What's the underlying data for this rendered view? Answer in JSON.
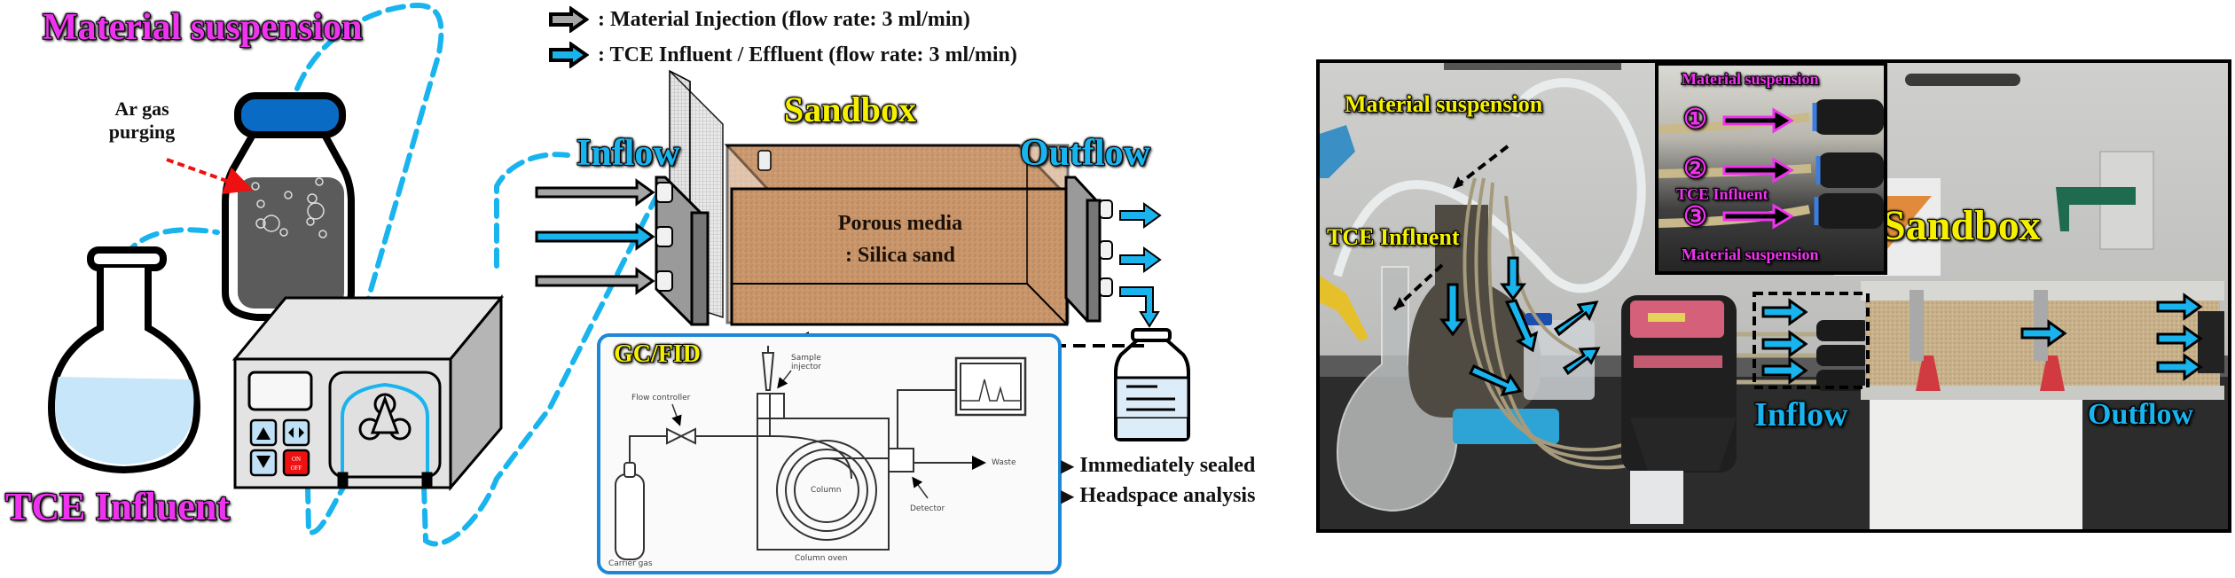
{
  "legend": {
    "items": [
      {
        "icon": "gray-arrow-icon",
        "label": ": Material Injection (flow rate: 3 ml/min)",
        "color": "#a6a6a6"
      },
      {
        "icon": "blue-arrow-icon",
        "label": ": TCE Influent / Effluent  (flow rate: 3 ml/min)",
        "color": "#19b4ee"
      }
    ]
  },
  "schematic": {
    "material_suspension_label": "Material suspension",
    "ar_gas_label_line1": "Ar gas",
    "ar_gas_label_line2": "purging",
    "tce_influent_label": "TCE Influent",
    "pump": {
      "buttons": [
        "up-arrow",
        "left-right-arrow",
        "down-arrow",
        "on-off"
      ],
      "on_off_label_line1": "ON",
      "on_off_label_line2": "OFF"
    },
    "sandbox_title": "Sandbox",
    "inflow_label": "Inflow",
    "outflow_label": "Outflow",
    "porous_media_line1": "Porous media",
    "porous_media_line2": ": Silica sand",
    "gcfid": {
      "title": "GC/FID",
      "flow_controller": "Flow controller",
      "sample_injector_line1": "Sample",
      "sample_injector_line2": "injector",
      "column": "Column",
      "column_oven": "Column oven",
      "detector": "Detector",
      "waste": "Waste",
      "carrier_gas": "Carrier gas"
    },
    "notes": [
      "Immediately sealed",
      "Headspace analysis"
    ]
  },
  "photo": {
    "material_suspension_label": "Material suspension",
    "tce_influent_label": "TCE Influent",
    "sandbox_label": "Sandbox",
    "inflow_label": "Inflow",
    "outflow_label": "Outflow",
    "inset": {
      "top_label": "Material suspension",
      "middle_label": "TCE Influent",
      "bottom_label": "Material suspension",
      "ports": [
        "①",
        "②",
        "③"
      ]
    }
  },
  "colors": {
    "magenta": "#ee33ee",
    "yellow": "#f5f000",
    "cyan": "#19b4ee",
    "sand": "#c9956a",
    "pump_gray": "#e3e3e3",
    "gc_border": "#1e88d8"
  }
}
